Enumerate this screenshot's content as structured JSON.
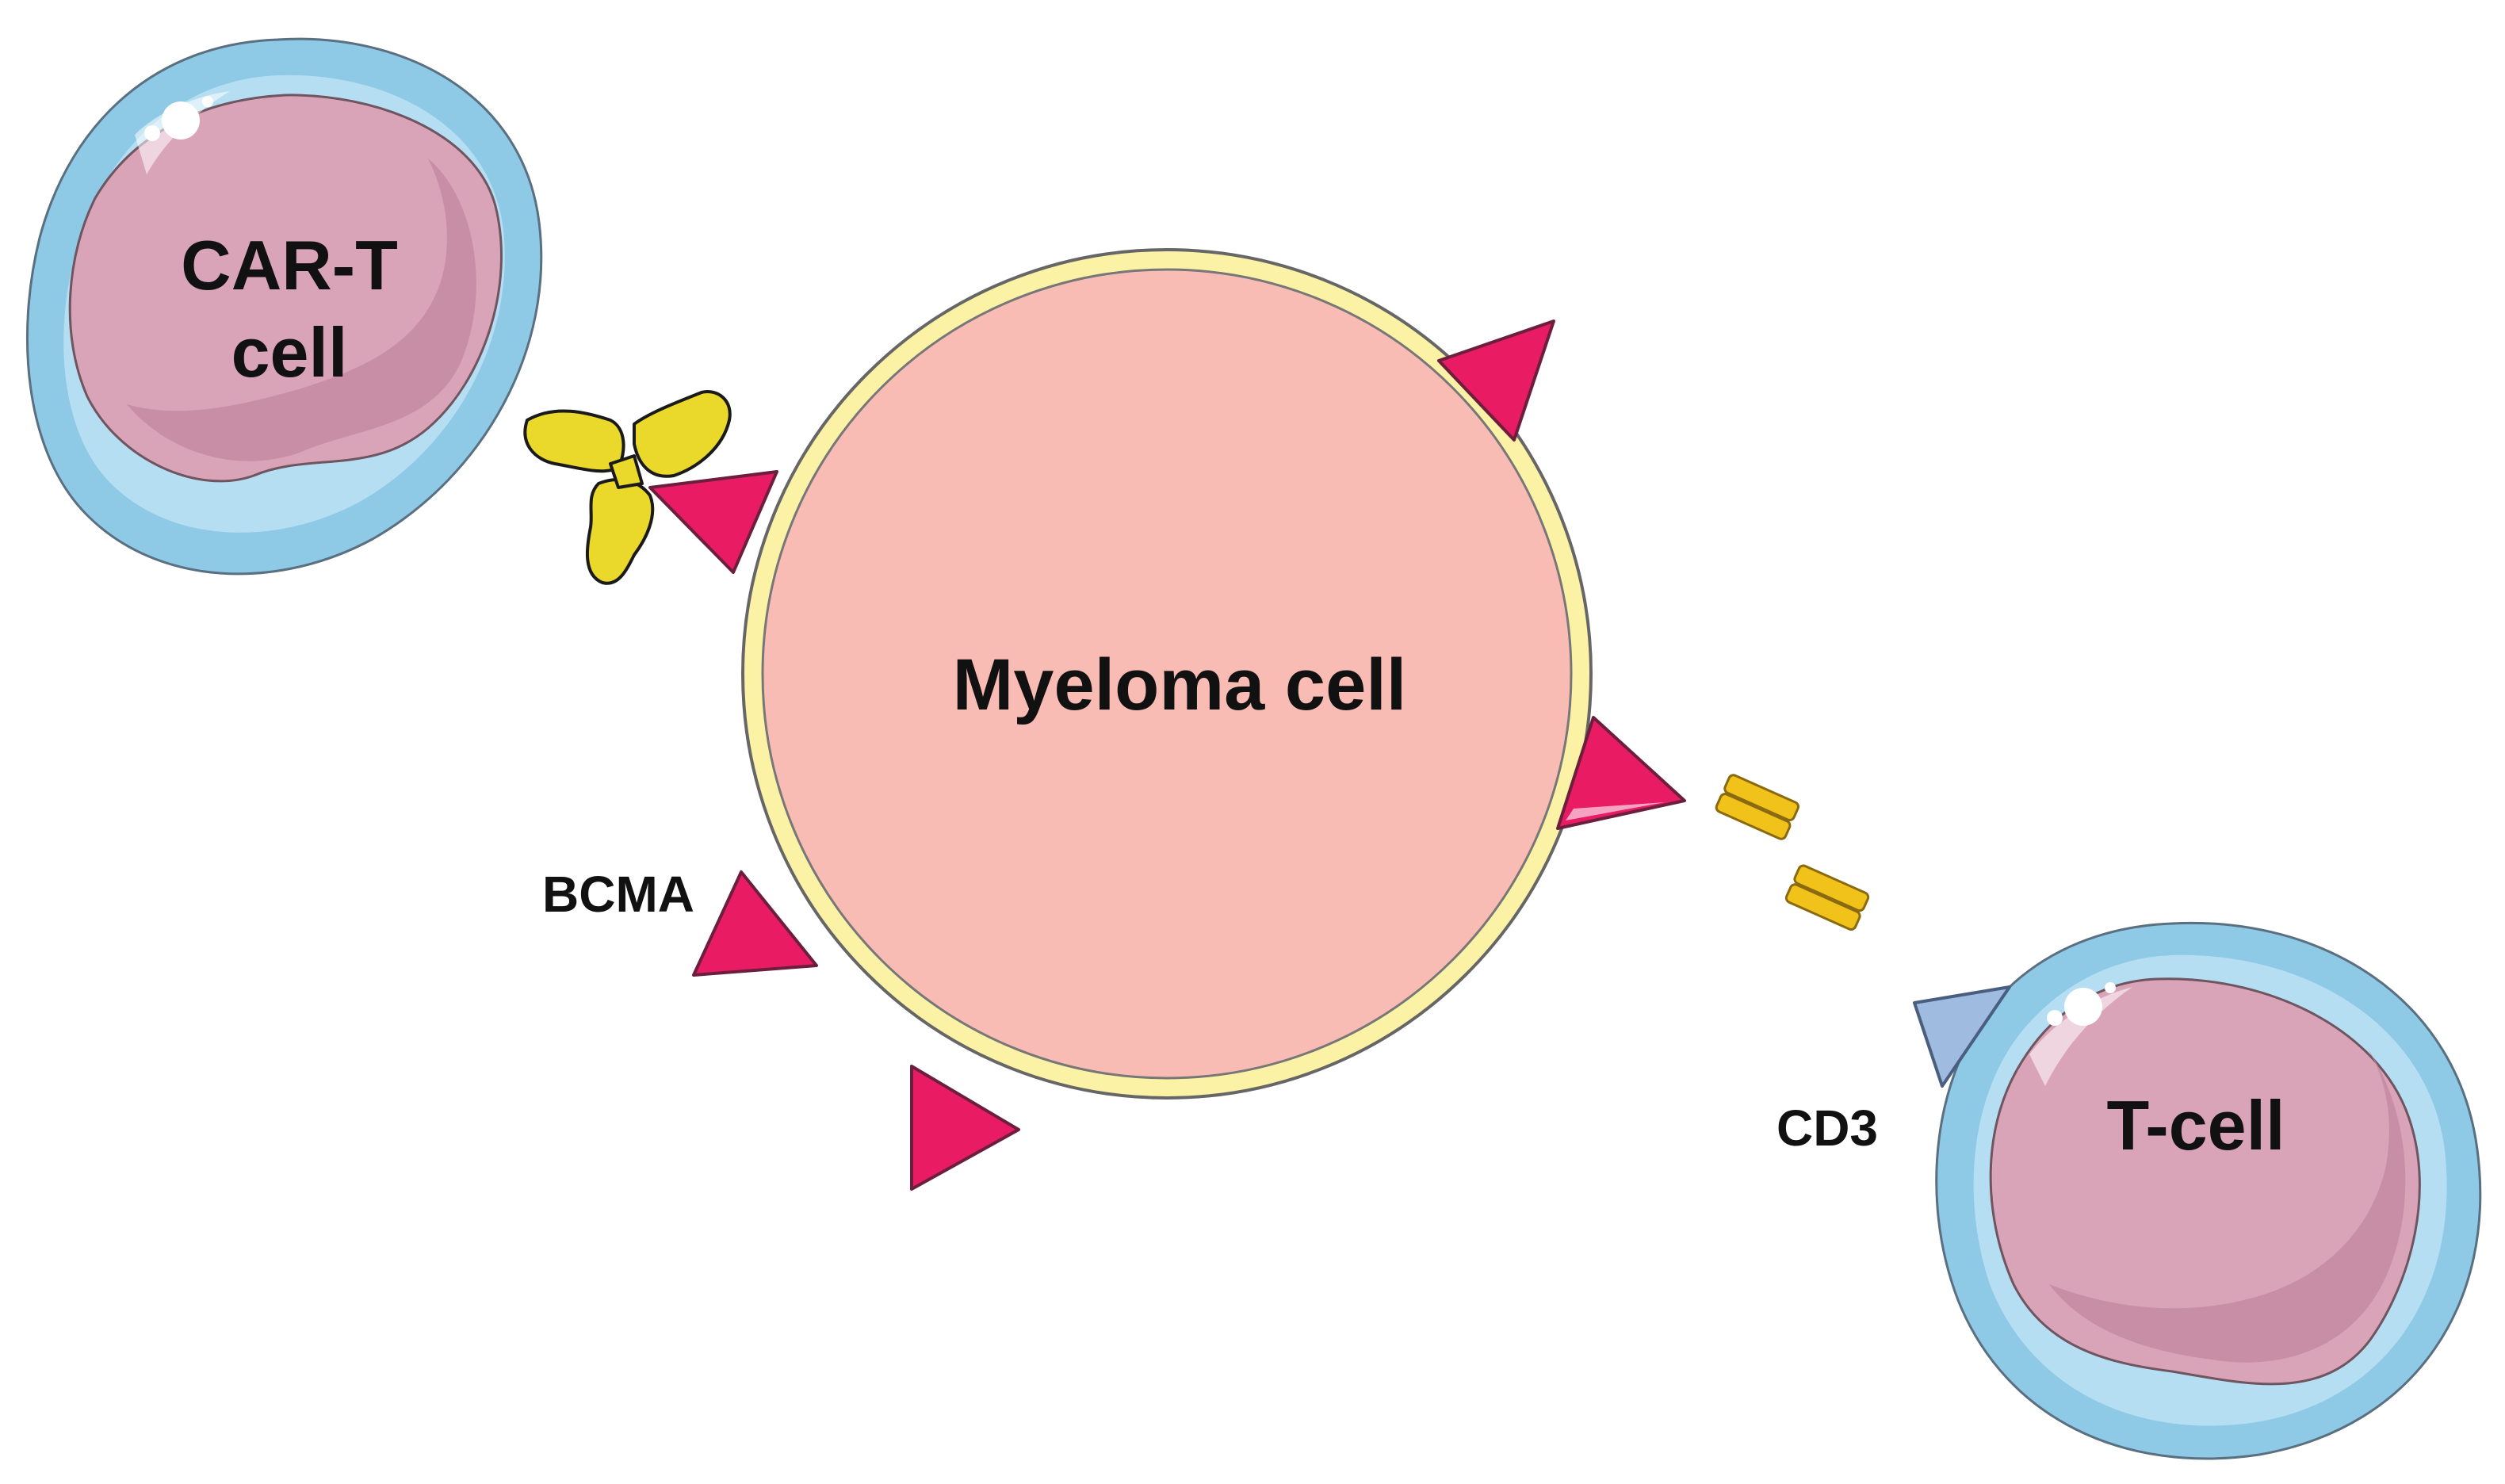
{
  "cells": {
    "car_t": {
      "line1": "CAR-T",
      "line2": "cell"
    },
    "myeloma": {
      "label": "Myeloma cell"
    },
    "t_cell": {
      "label": "T-cell"
    }
  },
  "markers": {
    "bcma": {
      "label": "BCMA"
    },
    "cd3": {
      "label": "CD3"
    }
  },
  "colors": {
    "membrane_outer": "#8ec9e6",
    "membrane_inner": "#b5def2",
    "nucleus": "#d9a3b8",
    "nucleus_shadow": "#c2879f",
    "myeloma_fill": "#f8bcb4",
    "myeloma_rim": "#fbf2a6",
    "bcma": "#e81b63",
    "car_receptor": "#ead92a",
    "bispecific": "#f0c21a",
    "cd3": "#9fbbe0"
  }
}
